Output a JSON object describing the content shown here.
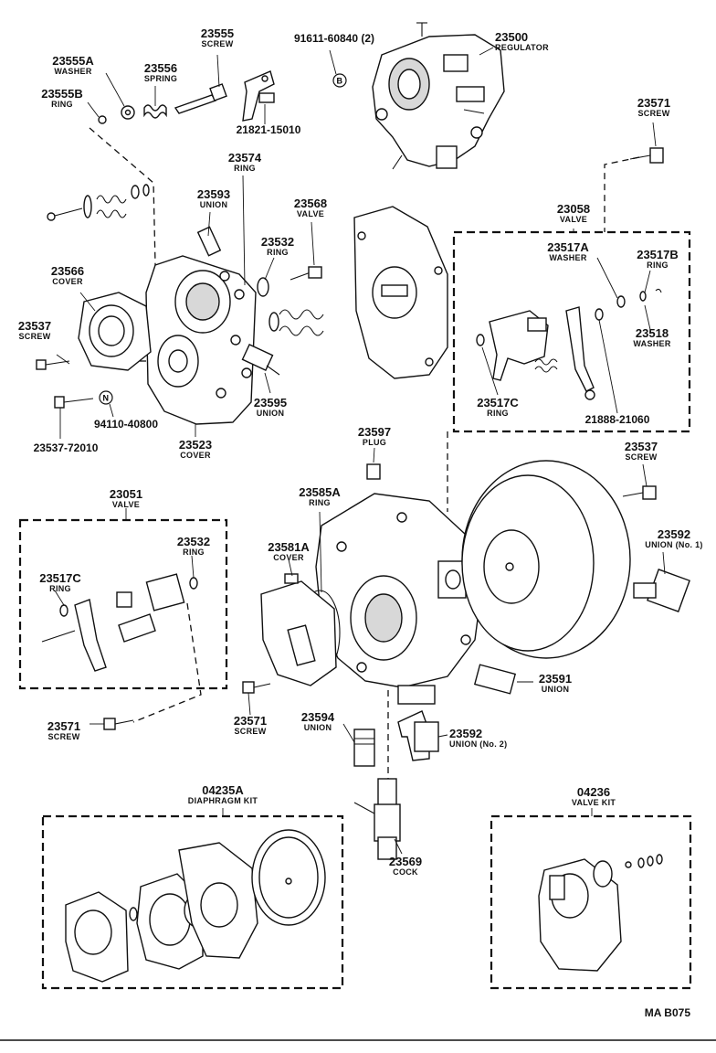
{
  "diagram": {
    "footer_code": "MA B075",
    "symbols": {
      "b": "B",
      "n": "N"
    },
    "labels": [
      {
        "id": "l23555",
        "number": "23555",
        "name": "SCREW"
      },
      {
        "id": "l23555A",
        "number": "23555A",
        "name": "WASHER"
      },
      {
        "id": "l23556",
        "number": "23556",
        "name": "SPRING"
      },
      {
        "id": "l23555B",
        "number": "23555B",
        "name": "RING"
      },
      {
        "id": "l21821",
        "number": "21821-15010",
        "name": ""
      },
      {
        "id": "l91611",
        "number": "91611-60840 (2)",
        "name": ""
      },
      {
        "id": "l23500",
        "number": "23500",
        "name": "REGULATOR"
      },
      {
        "id": "l23571a",
        "number": "23571",
        "name": "SCREW"
      },
      {
        "id": "l23574",
        "number": "23574",
        "name": "RING"
      },
      {
        "id": "l23593",
        "number": "23593",
        "name": "UNION"
      },
      {
        "id": "l23568",
        "number": "23568",
        "name": "VALVE"
      },
      {
        "id": "l23532a",
        "number": "23532",
        "name": "RING"
      },
      {
        "id": "l23058",
        "number": "23058",
        "name": "VALVE"
      },
      {
        "id": "l23517A",
        "number": "23517A",
        "name": "WASHER"
      },
      {
        "id": "l23517B",
        "number": "23517B",
        "name": "RING"
      },
      {
        "id": "l23566",
        "number": "23566",
        "name": "COVER"
      },
      {
        "id": "l23537a",
        "number": "23537",
        "name": "SCREW"
      },
      {
        "id": "l23518",
        "number": "23518",
        "name": "WASHER"
      },
      {
        "id": "l23595",
        "number": "23595",
        "name": "UNION"
      },
      {
        "id": "l23517Ca",
        "number": "23517C",
        "name": "RING"
      },
      {
        "id": "l21888",
        "number": "21888-21060",
        "name": ""
      },
      {
        "id": "l94110",
        "number": "94110-40800",
        "name": ""
      },
      {
        "id": "l23537_72010",
        "number": "23537-72010",
        "name": ""
      },
      {
        "id": "l23523",
        "number": "23523",
        "name": "COVER"
      },
      {
        "id": "l23597",
        "number": "23597",
        "name": "PLUG"
      },
      {
        "id": "l23537b",
        "number": "23537",
        "name": "SCREW"
      },
      {
        "id": "l23051",
        "number": "23051",
        "name": "VALVE"
      },
      {
        "id": "l23585A",
        "number": "23585A",
        "name": "RING"
      },
      {
        "id": "l23592a",
        "number": "23592",
        "name": "UNION (No. 1)"
      },
      {
        "id": "l23532b",
        "number": "23532",
        "name": "RING"
      },
      {
        "id": "l23581A",
        "number": "23581A",
        "name": "COVER"
      },
      {
        "id": "l23517Cb",
        "number": "23517C",
        "name": "RING"
      },
      {
        "id": "l23591",
        "number": "23591",
        "name": "UNION"
      },
      {
        "id": "l23571b",
        "number": "23571",
        "name": "SCREW"
      },
      {
        "id": "l23571c",
        "number": "23571",
        "name": "SCREW"
      },
      {
        "id": "l23594",
        "number": "23594",
        "name": "UNION"
      },
      {
        "id": "l23592b",
        "number": "23592",
        "name": "UNION (No. 2)"
      },
      {
        "id": "l04235A",
        "number": "04235A",
        "name": "DIAPHRAGM KIT"
      },
      {
        "id": "l04236",
        "number": "04236",
        "name": "VALVE KIT"
      },
      {
        "id": "l23569",
        "number": "23569",
        "name": "COCK"
      }
    ]
  }
}
